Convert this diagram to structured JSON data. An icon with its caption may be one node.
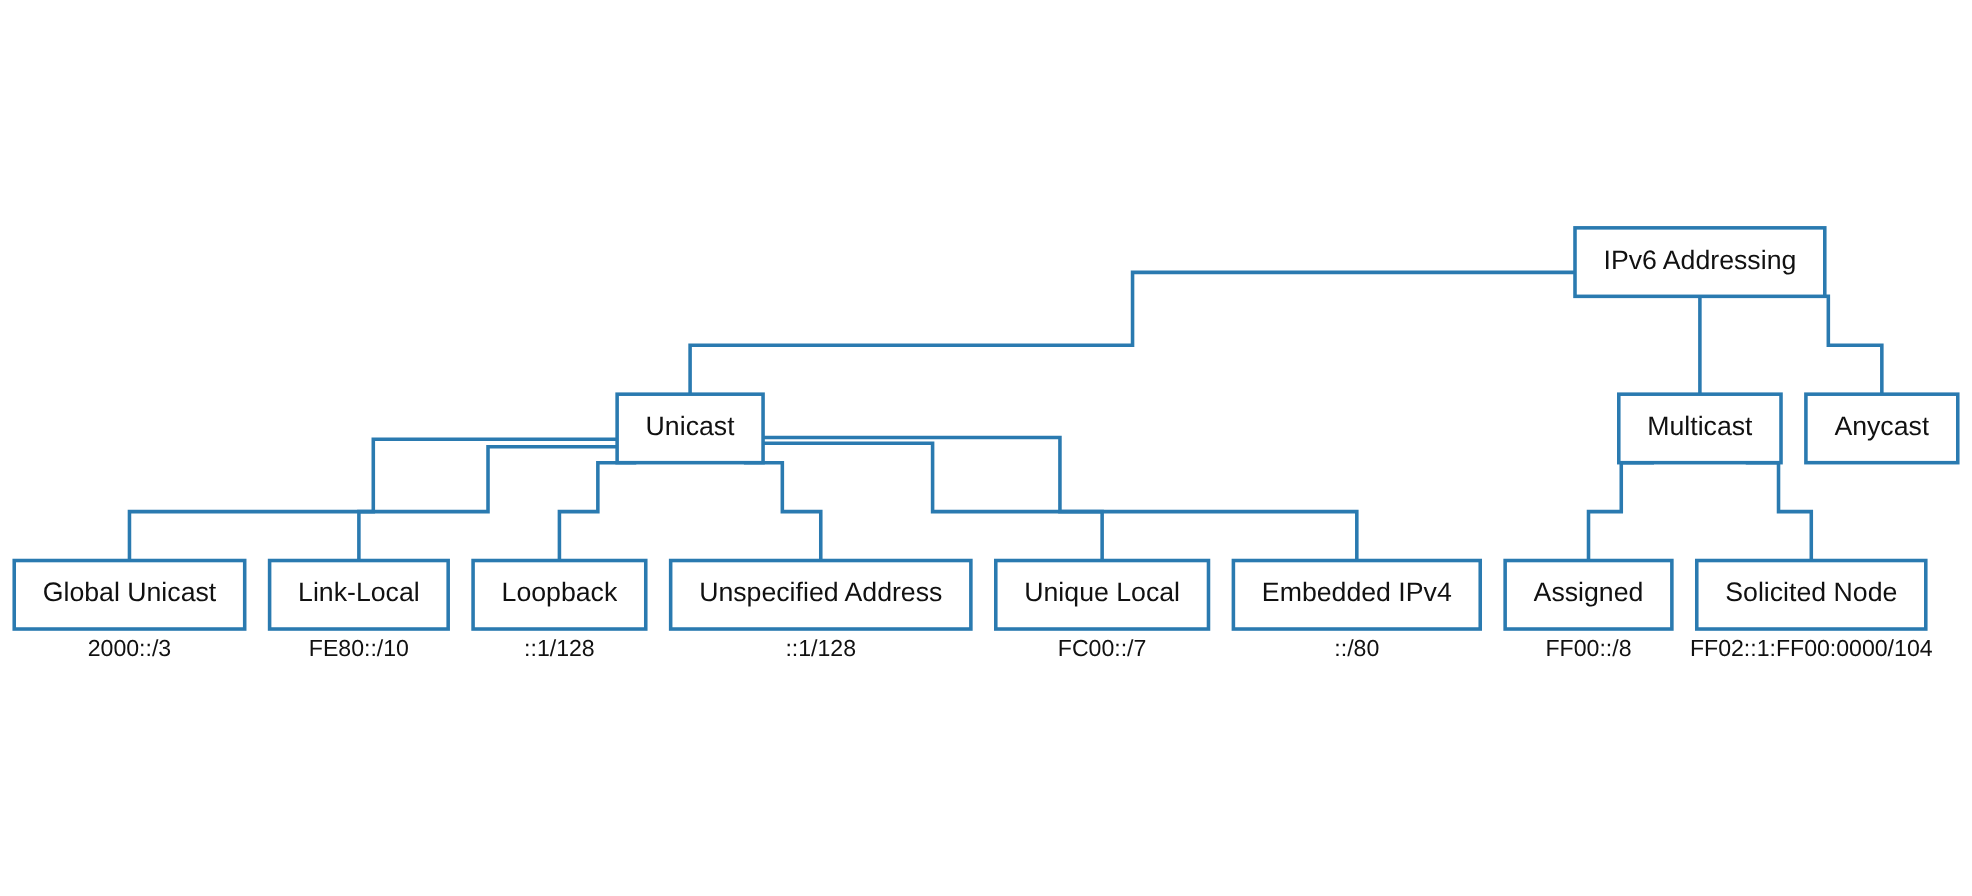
{
  "diagram": {
    "nodes": [
      {
        "text": [
          "IPv6 Addressing"
        ]
      },
      {
        "text": [
          "Unicast"
        ]
      },
      {
        "text": [
          "Multicast"
        ]
      },
      {
        "text": [
          "Anycast"
        ]
      },
      {
        "text": [
          "Assigned"
        ],
        "beside": [
          "FF00::/8"
        ]
      },
      {
        "text": [
          "Solicited Node"
        ],
        "beside": [
          "FF02::1:FF00:0000/104"
        ]
      },
      {
        "text": [
          "Global Unicast"
        ],
        "beside": [
          "2000::/3"
        ]
      },
      {
        "text": [
          "Link-Local"
        ],
        "beside": [
          "FE80::/10"
        ]
      },
      {
        "text": [
          "Loopback"
        ],
        "beside": [
          "::1/128"
        ]
      },
      {
        "text": [
          "Unspecified Address"
        ],
        "beside": [
          "::1/128"
        ]
      },
      {
        "text": [
          "Unique Local"
        ],
        "beside": [
          "FC00::/7"
        ]
      },
      {
        "text": [
          "Embedded IPv4"
        ],
        "beside": [
          "::/80"
        ]
      }
    ],
    "edges": [
      {
        "from": 0,
        "to": 1,
        "arrow": "none"
      },
      {
        "from": 0,
        "to": 2,
        "arrow": "none"
      },
      {
        "from": 0,
        "to": 3,
        "arrow": "none"
      },
      {
        "from": 2,
        "to": 4,
        "arrow": "none"
      },
      {
        "from": 2,
        "to": 5,
        "arrow": "none"
      },
      {
        "from": 1,
        "to": 6,
        "arrow": "none"
      },
      {
        "from": 1,
        "to": 7,
        "arrow": "none"
      },
      {
        "from": 1,
        "to": 8,
        "arrow": "none"
      },
      {
        "from": 1,
        "to": 9,
        "arrow": "none"
      },
      {
        "from": 1,
        "to": 10,
        "arrow": "none"
      },
      {
        "from": 1,
        "to": 11,
        "arrow": "none"
      }
    ]
  }
}
